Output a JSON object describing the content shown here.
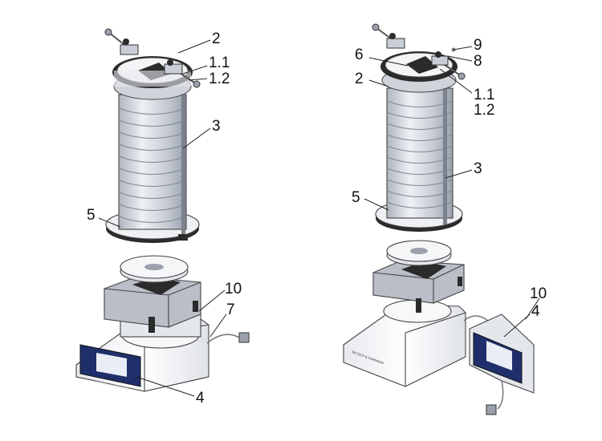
{
  "left_machine": {
    "callouts": {
      "c2": "2",
      "c1_1": "1.1",
      "c1_2": "1.2",
      "c3": "3",
      "c5": "5",
      "c10": "10",
      "c7": "7",
      "c4": "4"
    },
    "brand_text": "RETSCH & KORMANN"
  },
  "right_machine": {
    "callouts": {
      "c9": "9",
      "c8": "8",
      "c6": "6",
      "c2": "2",
      "c1_1": "1.1",
      "c1_2": "1.2",
      "c3": "3",
      "c5": "5",
      "c10": "10",
      "c4": "4"
    },
    "brand_text": "RETSCH & KORMANN"
  },
  "colors": {
    "metal": "#c9ced6",
    "dark": "#2b2b2b",
    "panel": "#1f2f6b",
    "screen": "#e9edf5",
    "body": "#f2f3f6"
  }
}
